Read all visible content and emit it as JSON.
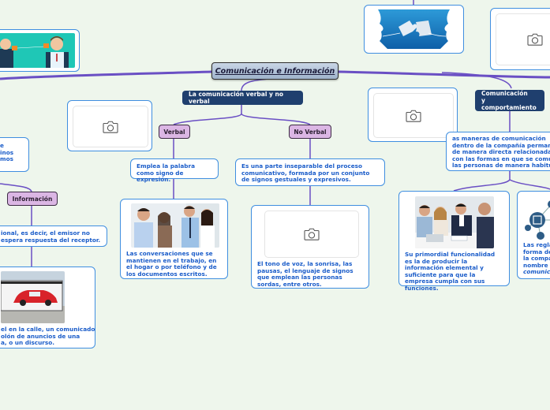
{
  "root": {
    "label": "Comunicación e Información"
  },
  "colors": {
    "background": "#eef6ec",
    "branch_line": "#6a4fc4",
    "topic_dark": "#1f3f6e",
    "topic_purple": "#dbb6e4",
    "card_border": "#3f8ee0",
    "card_text": "#1a5cc9"
  },
  "branches": {
    "verbal_no_verbal": {
      "label": "La comunicación verbal y no verbal",
      "verbal": {
        "label": "Verbal",
        "description": "Emplea la palabra como signo de expresión.",
        "example": "Las conversaciones que se mantienen en el trabajo, en el hogar o por teléfono y de los documentos escritos.",
        "image": "people-talking-photo"
      },
      "no_verbal": {
        "label": "No Verbal",
        "description": "Es una parte inseparable del proceso comunicativo, formada por un conjunto de signos gestuales y expresivos.",
        "example": "El tono de voz, la sonrisa, las pausas, el lenguaje de signos que emplean las personas sordas, entre otros.",
        "image": "camera-placeholder"
      }
    },
    "informacion": {
      "label": "Información",
      "partial_top": [
        "e",
        "inos",
        "mos"
      ],
      "description_partial": [
        "ional, es decir, el emisor no",
        "espera respuesta del receptor."
      ],
      "example_partial": [
        "el en la calle, un comunicado",
        "olón de anuncios de una",
        "a, o un discurso."
      ],
      "image": "billboard-car-photo"
    },
    "comportamiento": {
      "label_line1": "Comunicación",
      "label_line2": "y comportamiento",
      "description_partial": [
        "as maneras de comunicación",
        "dentro de la compañía permane",
        "de manera directa relacionadas",
        "con las formas en que se comun",
        "las personas de manera habitua"
      ],
      "child_left": {
        "text": "Su primordial funcionalidad es la de producir la información elemental y suficiente para que la empresa cumpla con sus funciones.",
        "image": "business-meeting-photo"
      },
      "child_right_partial": [
        "Las regla",
        "forma de",
        "la compa",
        "nombre d",
        "comunic"
      ],
      "child_right_image": "network-diagram-icon"
    }
  },
  "images": {
    "top_left": "tin-can-phone-illustration",
    "top_center": "puzzle-faces-illustration",
    "placeholder_label": "camera-icon"
  }
}
